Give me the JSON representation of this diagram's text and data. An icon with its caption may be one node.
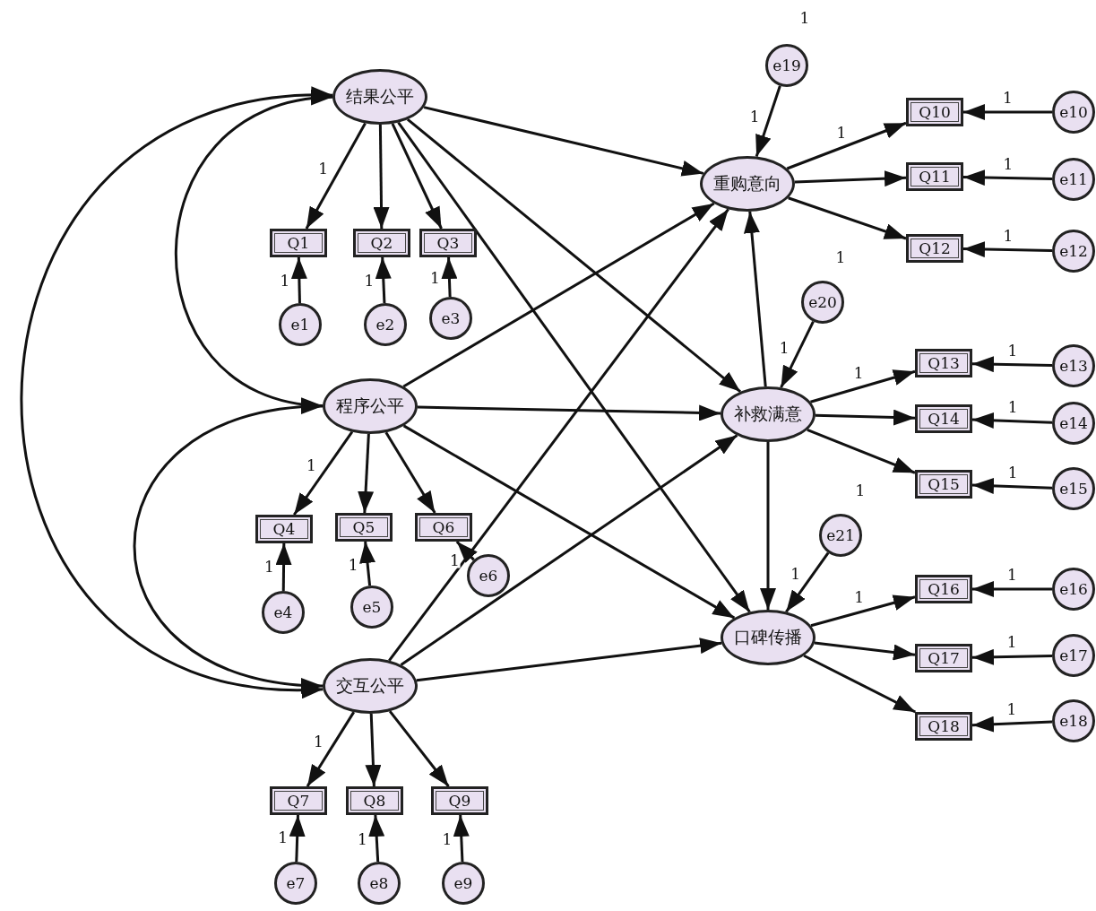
{
  "diagram": {
    "nodes": [
      {
        "text": [
          "结果公平"
        ]
      },
      {
        "text": [
          "程序公平"
        ]
      },
      {
        "text": [
          "交互公平"
        ]
      },
      {
        "text": [
          "重购意向"
        ]
      },
      {
        "text": [
          "补救满意"
        ]
      },
      {
        "text": [
          "口碑传播"
        ]
      },
      {
        "text": [
          "Q1"
        ]
      },
      {
        "text": [
          "Q2"
        ]
      },
      {
        "text": [
          "Q3"
        ]
      },
      {
        "text": [
          "Q4"
        ]
      },
      {
        "text": [
          "Q5"
        ]
      },
      {
        "text": [
          "Q6"
        ]
      },
      {
        "text": [
          "Q7"
        ]
      },
      {
        "text": [
          "Q8"
        ]
      },
      {
        "text": [
          "Q9"
        ]
      },
      {
        "text": [
          "Q10"
        ]
      },
      {
        "text": [
          "Q11"
        ]
      },
      {
        "text": [
          "Q12"
        ]
      },
      {
        "text": [
          "Q13"
        ]
      },
      {
        "text": [
          "Q14"
        ]
      },
      {
        "text": [
          "Q15"
        ]
      },
      {
        "text": [
          "Q16"
        ]
      },
      {
        "text": [
          "Q17"
        ]
      },
      {
        "text": [
          "Q18"
        ]
      },
      {
        "text": [
          "e1"
        ]
      },
      {
        "text": [
          "e2"
        ]
      },
      {
        "text": [
          "e3"
        ]
      },
      {
        "text": [
          "e4"
        ]
      },
      {
        "text": [
          "e5"
        ]
      },
      {
        "text": [
          "e6"
        ]
      },
      {
        "text": [
          "e7"
        ]
      },
      {
        "text": [
          "e8"
        ]
      },
      {
        "text": [
          "e9"
        ]
      },
      {
        "text": [
          "e10"
        ]
      },
      {
        "text": [
          "e11"
        ]
      },
      {
        "text": [
          "e12"
        ]
      },
      {
        "text": [
          "e13"
        ]
      },
      {
        "text": [
          "e14"
        ]
      },
      {
        "text": [
          "e15"
        ]
      },
      {
        "text": [
          "e16"
        ]
      },
      {
        "text": [
          "e17"
        ]
      },
      {
        "text": [
          "e18"
        ]
      },
      {
        "text": [
          "e19"
        ],
        "beside": [
          "1"
        ]
      },
      {
        "text": [
          "e20"
        ],
        "beside": [
          "1"
        ]
      },
      {
        "text": [
          "e21"
        ],
        "beside": [
          "1"
        ]
      }
    ],
    "edges": [
      {
        "from": 0,
        "to": 6,
        "arrow": "to",
        "label": "1"
      },
      {
        "from": 0,
        "to": 7,
        "arrow": "to"
      },
      {
        "from": 0,
        "to": 8,
        "arrow": "to"
      },
      {
        "from": 1,
        "to": 9,
        "arrow": "to",
        "label": "1"
      },
      {
        "from": 1,
        "to": 10,
        "arrow": "to"
      },
      {
        "from": 1,
        "to": 11,
        "arrow": "to"
      },
      {
        "from": 2,
        "to": 12,
        "arrow": "to",
        "label": "1"
      },
      {
        "from": 2,
        "to": 13,
        "arrow": "to"
      },
      {
        "from": 2,
        "to": 14,
        "arrow": "to"
      },
      {
        "from": 3,
        "to": 15,
        "arrow": "to",
        "label": "1"
      },
      {
        "from": 3,
        "to": 16,
        "arrow": "to"
      },
      {
        "from": 3,
        "to": 17,
        "arrow": "to"
      },
      {
        "from": 4,
        "to": 18,
        "arrow": "to",
        "label": "1"
      },
      {
        "from": 4,
        "to": 19,
        "arrow": "to"
      },
      {
        "from": 4,
        "to": 20,
        "arrow": "to"
      },
      {
        "from": 5,
        "to": 21,
        "arrow": "to",
        "label": "1"
      },
      {
        "from": 5,
        "to": 22,
        "arrow": "to"
      },
      {
        "from": 5,
        "to": 23,
        "arrow": "to"
      },
      {
        "from": 24,
        "to": 6,
        "arrow": "to",
        "label": "1"
      },
      {
        "from": 25,
        "to": 7,
        "arrow": "to",
        "label": "1"
      },
      {
        "from": 26,
        "to": 8,
        "arrow": "to",
        "label": "1"
      },
      {
        "from": 27,
        "to": 9,
        "arrow": "to",
        "label": "1"
      },
      {
        "from": 28,
        "to": 10,
        "arrow": "to",
        "label": "1"
      },
      {
        "from": 29,
        "to": 11,
        "arrow": "to",
        "label": "1"
      },
      {
        "from": 30,
        "to": 12,
        "arrow": "to",
        "label": "1"
      },
      {
        "from": 31,
        "to": 13,
        "arrow": "to",
        "label": "1"
      },
      {
        "from": 32,
        "to": 14,
        "arrow": "to",
        "label": "1"
      },
      {
        "from": 33,
        "to": 15,
        "arrow": "to",
        "label": "1"
      },
      {
        "from": 34,
        "to": 16,
        "arrow": "to",
        "label": "1"
      },
      {
        "from": 35,
        "to": 17,
        "arrow": "to",
        "label": "1"
      },
      {
        "from": 36,
        "to": 18,
        "arrow": "to",
        "label": "1"
      },
      {
        "from": 37,
        "to": 19,
        "arrow": "to",
        "label": "1"
      },
      {
        "from": 38,
        "to": 20,
        "arrow": "to",
        "label": "1"
      },
      {
        "from": 39,
        "to": 21,
        "arrow": "to",
        "label": "1"
      },
      {
        "from": 40,
        "to": 22,
        "arrow": "to",
        "label": "1"
      },
      {
        "from": 41,
        "to": 23,
        "arrow": "to",
        "label": "1"
      },
      {
        "from": 42,
        "to": 3,
        "arrow": "to",
        "label": "1"
      },
      {
        "from": 43,
        "to": 4,
        "arrow": "to",
        "label": "1"
      },
      {
        "from": 44,
        "to": 5,
        "arrow": "to",
        "label": "1"
      },
      {
        "from": 0,
        "to": 3,
        "arrow": "to"
      },
      {
        "from": 0,
        "to": 4,
        "arrow": "to"
      },
      {
        "from": 0,
        "to": 5,
        "arrow": "to"
      },
      {
        "from": 1,
        "to": 3,
        "arrow": "to"
      },
      {
        "from": 1,
        "to": 4,
        "arrow": "to"
      },
      {
        "from": 1,
        "to": 5,
        "arrow": "to"
      },
      {
        "from": 2,
        "to": 3,
        "arrow": "to"
      },
      {
        "from": 2,
        "to": 4,
        "arrow": "to"
      },
      {
        "from": 2,
        "to": 5,
        "arrow": "to"
      },
      {
        "from": 4,
        "to": 3,
        "arrow": "to"
      },
      {
        "from": 4,
        "to": 5,
        "arrow": "to"
      },
      {
        "from": 0,
        "to": 1,
        "arrow": "both"
      },
      {
        "from": 1,
        "to": 2,
        "arrow": "both"
      },
      {
        "from": 0,
        "to": 2,
        "arrow": "both"
      }
    ]
  }
}
